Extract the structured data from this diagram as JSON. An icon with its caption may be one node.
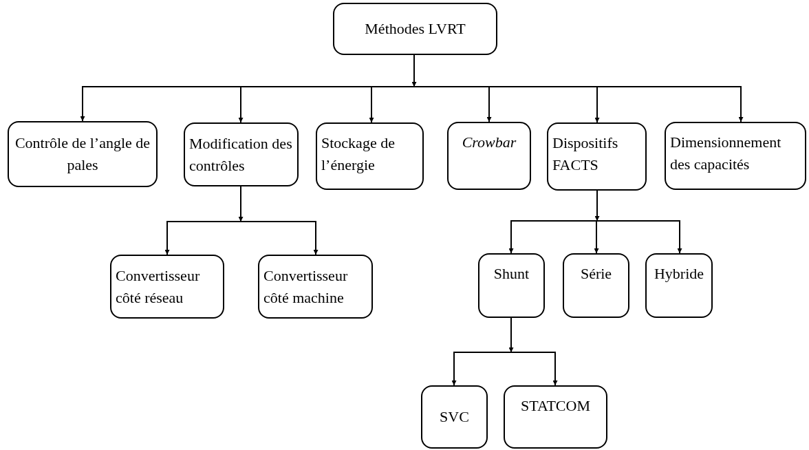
{
  "diagram": {
    "nodes": [
      {
        "text": [
          "Méthodes LVRT"
        ]
      },
      {
        "text": [
          "Contrôle de l’angle de pales"
        ]
      },
      {
        "text": [
          "Modification des contrôles"
        ]
      },
      {
        "text": [
          "Stockage de l’énergie"
        ]
      },
      {
        "text": [
          "Crowbar"
        ]
      },
      {
        "text": [
          "Dispositifs FACTS"
        ]
      },
      {
        "text": [
          "Dimensionnement des capacités"
        ]
      },
      {
        "text": [
          "Convertisseur côté réseau"
        ]
      },
      {
        "text": [
          "Convertisseur côté machine"
        ]
      },
      {
        "text": [
          "Shunt"
        ]
      },
      {
        "text": [
          "Série"
        ]
      },
      {
        "text": [
          "Hybride"
        ]
      },
      {
        "text": [
          "SVC"
        ]
      },
      {
        "text": [
          "STATCOM"
        ]
      }
    ],
    "edges": [
      {
        "from": 0,
        "to": 1,
        "arrow": "to"
      },
      {
        "from": 0,
        "to": 2,
        "arrow": "to"
      },
      {
        "from": 0,
        "to": 3,
        "arrow": "to"
      },
      {
        "from": 0,
        "to": 4,
        "arrow": "to"
      },
      {
        "from": 0,
        "to": 5,
        "arrow": "to"
      },
      {
        "from": 0,
        "to": 6,
        "arrow": "to"
      },
      {
        "from": 2,
        "to": 7,
        "arrow": "to"
      },
      {
        "from": 2,
        "to": 8,
        "arrow": "to"
      },
      {
        "from": 5,
        "to": 9,
        "arrow": "to"
      },
      {
        "from": 5,
        "to": 10,
        "arrow": "to"
      },
      {
        "from": 5,
        "to": 11,
        "arrow": "to"
      },
      {
        "from": 9,
        "to": 12,
        "arrow": "to"
      },
      {
        "from": 9,
        "to": 13,
        "arrow": "to"
      }
    ]
  }
}
